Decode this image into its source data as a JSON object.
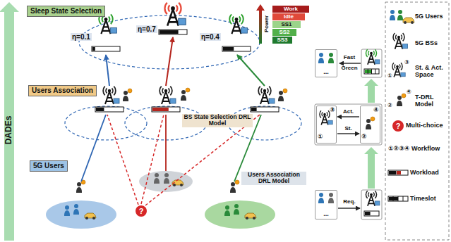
{
  "diagram": {
    "nodes": [
      {
        "text": [
          "Sleep State Selection"
        ]
      },
      {
        "text": [
          "Work"
        ],
        "in": 0
      },
      {
        "text": [
          "Idle"
        ],
        "in": 0
      },
      {
        "text": [
          "SS1"
        ],
        "in": 0
      },
      {
        "text": [
          "SS2"
        ],
        "in": 0
      },
      {
        "text": [
          "SS3"
        ],
        "in": 0
      },
      {
        "text": [
          "Users Association"
        ]
      },
      {
        "text": [
          "5G Users"
        ]
      },
      {
        "text": [
          "..."
        ]
      },
      {
        "text": [
          "③",
          "①"
        ]
      },
      {
        "text": [
          "④",
          "②"
        ]
      },
      {
        "text": [
          "..."
        ]
      }
    ],
    "edges": [
      {
        "from": 10,
        "to": 9,
        "label": "Act.",
        "arrow": "to"
      },
      {
        "from": 9,
        "to": 10,
        "label": "St.",
        "arrow": "to"
      }
    ],
    "labels": [
      "DADEs",
      "η=0.1",
      "η=0.7",
      "η=0.4",
      "Power",
      "BS State Selection DRL Model",
      "Users Association DRL Model",
      "?",
      "Fast",
      "Green",
      "Req.",
      "?",
      "③",
      "①",
      "④",
      "②"
    ],
    "legend": [
      {
        "text": "5G Users"
      },
      {
        "text": "5G BSs"
      },
      {
        "text": "St. & Act. Space"
      },
      {
        "text": "T-DRL Model"
      },
      {
        "text": "Multi-choice"
      },
      {
        "text": "①②③④ Workflow"
      },
      {
        "text": "Workload"
      },
      {
        "text": "Timeslot"
      }
    ]
  }
}
